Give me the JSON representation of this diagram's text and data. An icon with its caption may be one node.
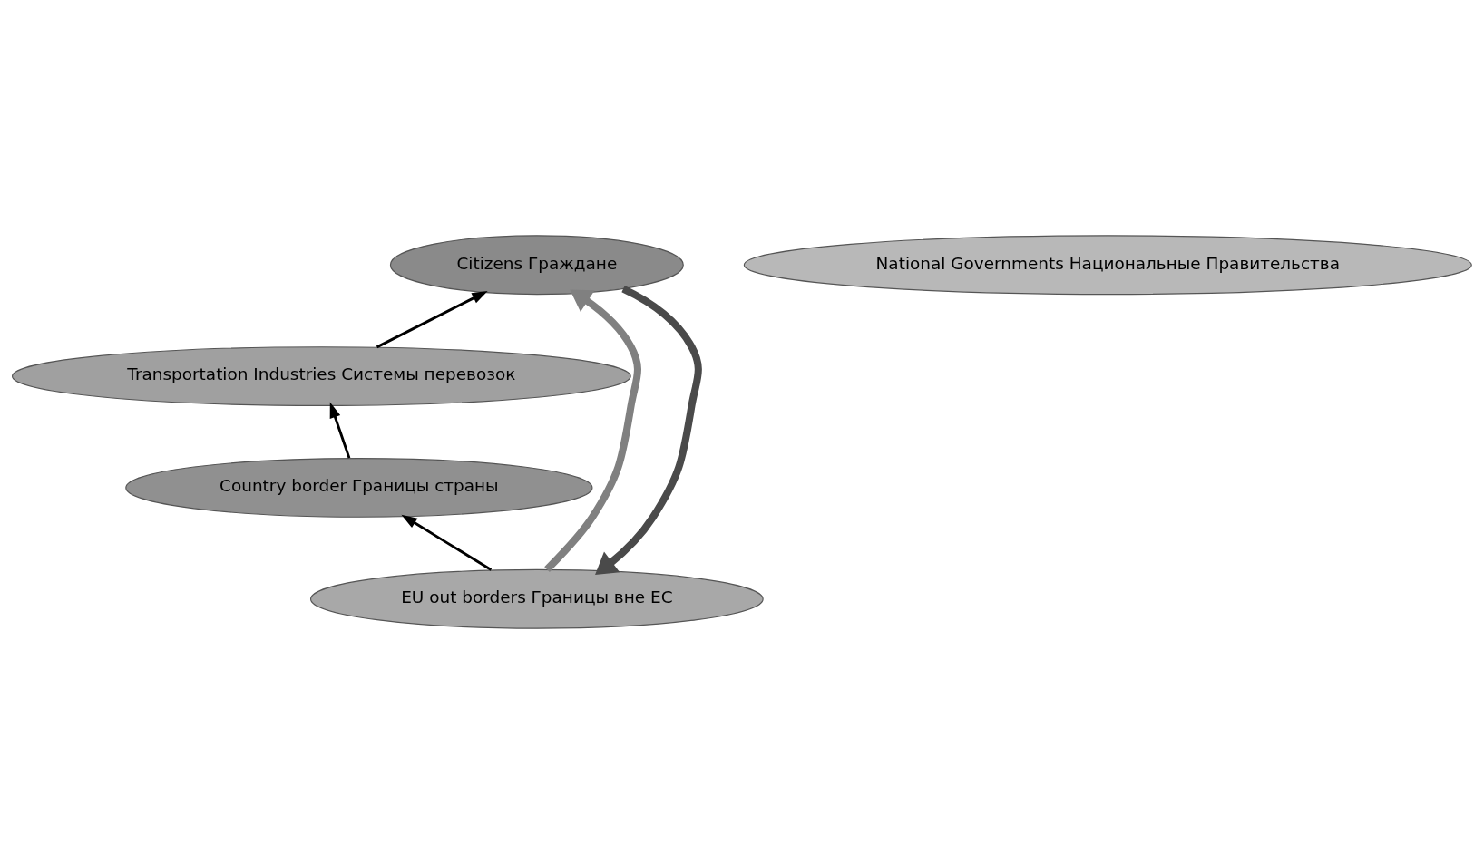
{
  "diagram": {
    "nodes": [
      {
        "text": [
          "EU out borders Границы вне ЕС"
        ]
      },
      {
        "text": [
          "Country border Границы страны"
        ]
      },
      {
        "text": [
          "Transportation Industries Системы перевозок"
        ]
      },
      {
        "text": [
          "Citizens Граждане"
        ]
      },
      {
        "text": [
          "National Governments Национальные Правительства"
        ]
      }
    ],
    "edges": [
      {
        "from": 0,
        "to": 1,
        "arrow": "to"
      },
      {
        "from": 1,
        "to": 2,
        "arrow": "to"
      },
      {
        "from": 2,
        "to": 3,
        "arrow": "to"
      },
      {
        "from": 3,
        "to": 0,
        "arrow": "to",
        "style": "thick",
        "color": "#4a4a4a"
      },
      {
        "from": 0,
        "to": 3,
        "arrow": "to",
        "style": "thick",
        "color": "#808080"
      }
    ]
  }
}
